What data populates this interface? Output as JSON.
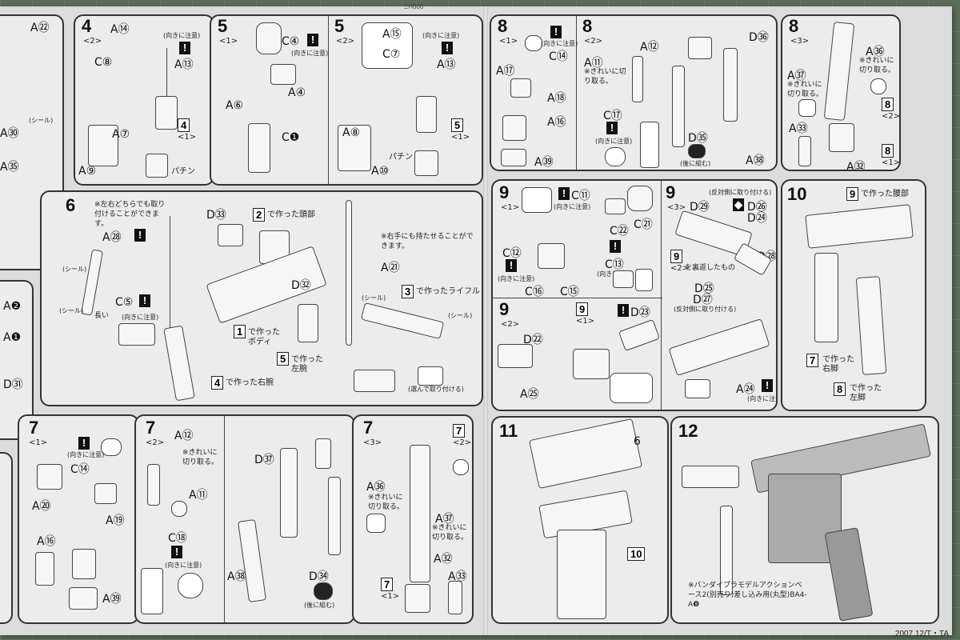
{
  "header_mark": "ΞΗ000",
  "code": "2007.12/T・TA",
  "caution": "(向きに注意)",
  "clean_cut": "※きれいに切り取る。",
  "steps": {
    "s4": {
      "num": "4",
      "sub": "<2>",
      "labels": [
        "A⑭",
        "C⑧",
        "A⑬",
        "A⑦",
        "A⑨"
      ],
      "ref": "4",
      "ref_sub": "<1>",
      "sound": "パチン"
    },
    "s5a": {
      "num": "5",
      "sub": "<1>",
      "labels": [
        "C④",
        "A⑥",
        "A④",
        "C❶"
      ]
    },
    "s5b": {
      "num": "5",
      "sub": "<2>",
      "labels": [
        "A⑮",
        "C⑦",
        "A⑬",
        "A⑧",
        "A⑩"
      ],
      "ref": "5",
      "ref_sub": "<1>",
      "sound": "パチン"
    },
    "s6": {
      "num": "6",
      "note_lr": "※左右どちらでも取り付けることができます。",
      "note_right": "※右手にも持たせることができます。",
      "labels": [
        "A㉘",
        "C⑤",
        "D㉝",
        "D㉜",
        "A㉑"
      ],
      "long": "長い",
      "seal": "(シール)",
      "head": "で作った頭部",
      "body": "で作ったボディ",
      "left_arm": "で作った左腕",
      "right_arm": "で作った右腕",
      "rifle": "で作ったライフル",
      "pick": "(選んで取り付ける)",
      "refs": [
        "2",
        "1",
        "5",
        "4",
        "3"
      ]
    },
    "s7a": {
      "num": "7",
      "sub": "<1>",
      "labels": [
        "C⑭",
        "A⑳",
        "A⑲",
        "A⑯",
        "A㊴"
      ]
    },
    "s7b": {
      "num": "7",
      "sub": "<2>",
      "labels": [
        "A⑫",
        "A⑪",
        "C⑱",
        "D㊲",
        "A㊳",
        "D㉞"
      ],
      "back": "(後に組む)"
    },
    "s7c": {
      "num": "7",
      "sub": "<3>",
      "labels": [
        "A㊱",
        "A㊲",
        "A㉜",
        "A㉝"
      ],
      "ref_top": "7",
      "ref_top_sub": "<2>",
      "ref_bot": "7",
      "ref_bot_sub": "<1>"
    },
    "s8a": {
      "num": "8",
      "sub": "<1>",
      "labels": [
        "C⑭",
        "A⑰",
        "A⑱",
        "A⑯",
        "A㊴"
      ]
    },
    "s8b": {
      "num": "8",
      "sub": "<2>",
      "labels": [
        "A⑫",
        "A⑪",
        "C⑰",
        "D㊱",
        "D㉟",
        "A㊳"
      ],
      "back": "(後に組む)"
    },
    "s8c": {
      "num": "8",
      "sub": "<3>",
      "labels": [
        "A㊱",
        "A㊲",
        "A㉝",
        "A㉜"
      ],
      "ref_top": "8",
      "ref_top_sub": "<2>",
      "ref_bot": "8",
      "ref_bot_sub": "<1>"
    },
    "s9a": {
      "num": "9",
      "sub": "<1>",
      "labels": [
        "C⑪",
        "C㉒",
        "C㉑",
        "C⑫",
        "C⑬",
        "C⑯",
        "C⑮"
      ]
    },
    "s9b": {
      "num": "9",
      "sub": "<3>",
      "labels": [
        "D㉙",
        "D㉖",
        "D㉔",
        "D㉘",
        "D㉕",
        "D㉗"
      ],
      "reverse": "(反対側に取り付ける)",
      "overlap": "を裏返したもの",
      "ref": "9",
      "ref_sub": "<2>"
    },
    "s9c": {
      "num": "9",
      "sub": "<2>",
      "labels": [
        "D㉓",
        "D㉒",
        "A㉕",
        "A㉔"
      ],
      "ref": "9",
      "ref_sub": "<1>"
    },
    "s10": {
      "num": "10",
      "waist": "で作った腰部",
      "right_leg": "で作った右脚",
      "left_leg": "で作った左脚",
      "refs": [
        "9",
        "7",
        "8"
      ]
    },
    "s11": {
      "num": "11",
      "refs": [
        "6",
        "10"
      ]
    },
    "s12": {
      "num": "12",
      "note": "※バンダイプラモデルアクションベース2(別売り)差し込み用(丸型)BA4-A❾"
    }
  },
  "left_strip": {
    "labels": [
      "A㉒",
      "A㉚",
      "A㉟",
      "A❷",
      "A❶",
      "D㉛"
    ],
    "seal": "(シール)"
  }
}
